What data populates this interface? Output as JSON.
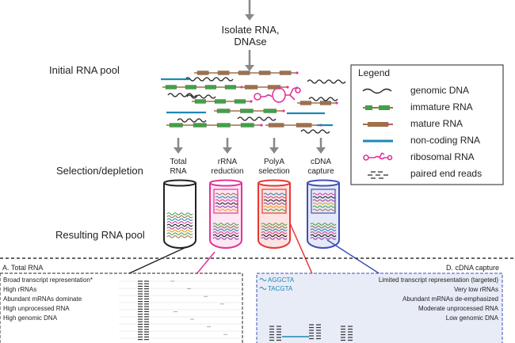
{
  "flow": {
    "isolate_line1": "Isolate RNA,",
    "isolate_line2": "DNAse",
    "initial_pool": "Initial RNA pool",
    "selection": "Selection/depletion",
    "resulting_pool": "Resulting RNA pool"
  },
  "methods": [
    {
      "line1": "Total",
      "line2": "RNA"
    },
    {
      "line1": "rRNA",
      "line2": "reduction"
    },
    {
      "line1": "PolyA",
      "line2": "selection"
    },
    {
      "line1": "cDNA",
      "line2": "capture"
    }
  ],
  "legend": {
    "title": "Legend",
    "items": [
      "genomic DNA",
      "immature RNA",
      "mature RNA",
      "non-coding RNA",
      "ribosomal RNA",
      "paired end reads"
    ]
  },
  "panel_a": {
    "title": "A. Total RNA",
    "lines": [
      "Broad transcript representation*",
      "High rRNAs",
      "Abundant mRNAs dominate",
      "High unprocessed RNA",
      "High genomic DNA"
    ]
  },
  "panel_d": {
    "title": "D. cDNA capture",
    "probe1": "AGGCTA",
    "probe2": "TACGTA",
    "lines": [
      "Limited transcript representation (targeted)",
      "Very low rRNAs",
      "Abundant mRNAs de-emphasized",
      "Moderate unprocessed RNA",
      "Low genomic DNA"
    ]
  },
  "colors": {
    "genomic_dna": "#222222",
    "immature_rna": "#43a047",
    "mature_rna": "#a0704a",
    "non_coding_rna": "#1e88b5",
    "ribosomal_rna": "#e0359a",
    "tube_total": "#222222",
    "tube_rrna": "#e0359a",
    "tube_polya": "#e53935",
    "tube_cdna": "#3f51b5"
  }
}
